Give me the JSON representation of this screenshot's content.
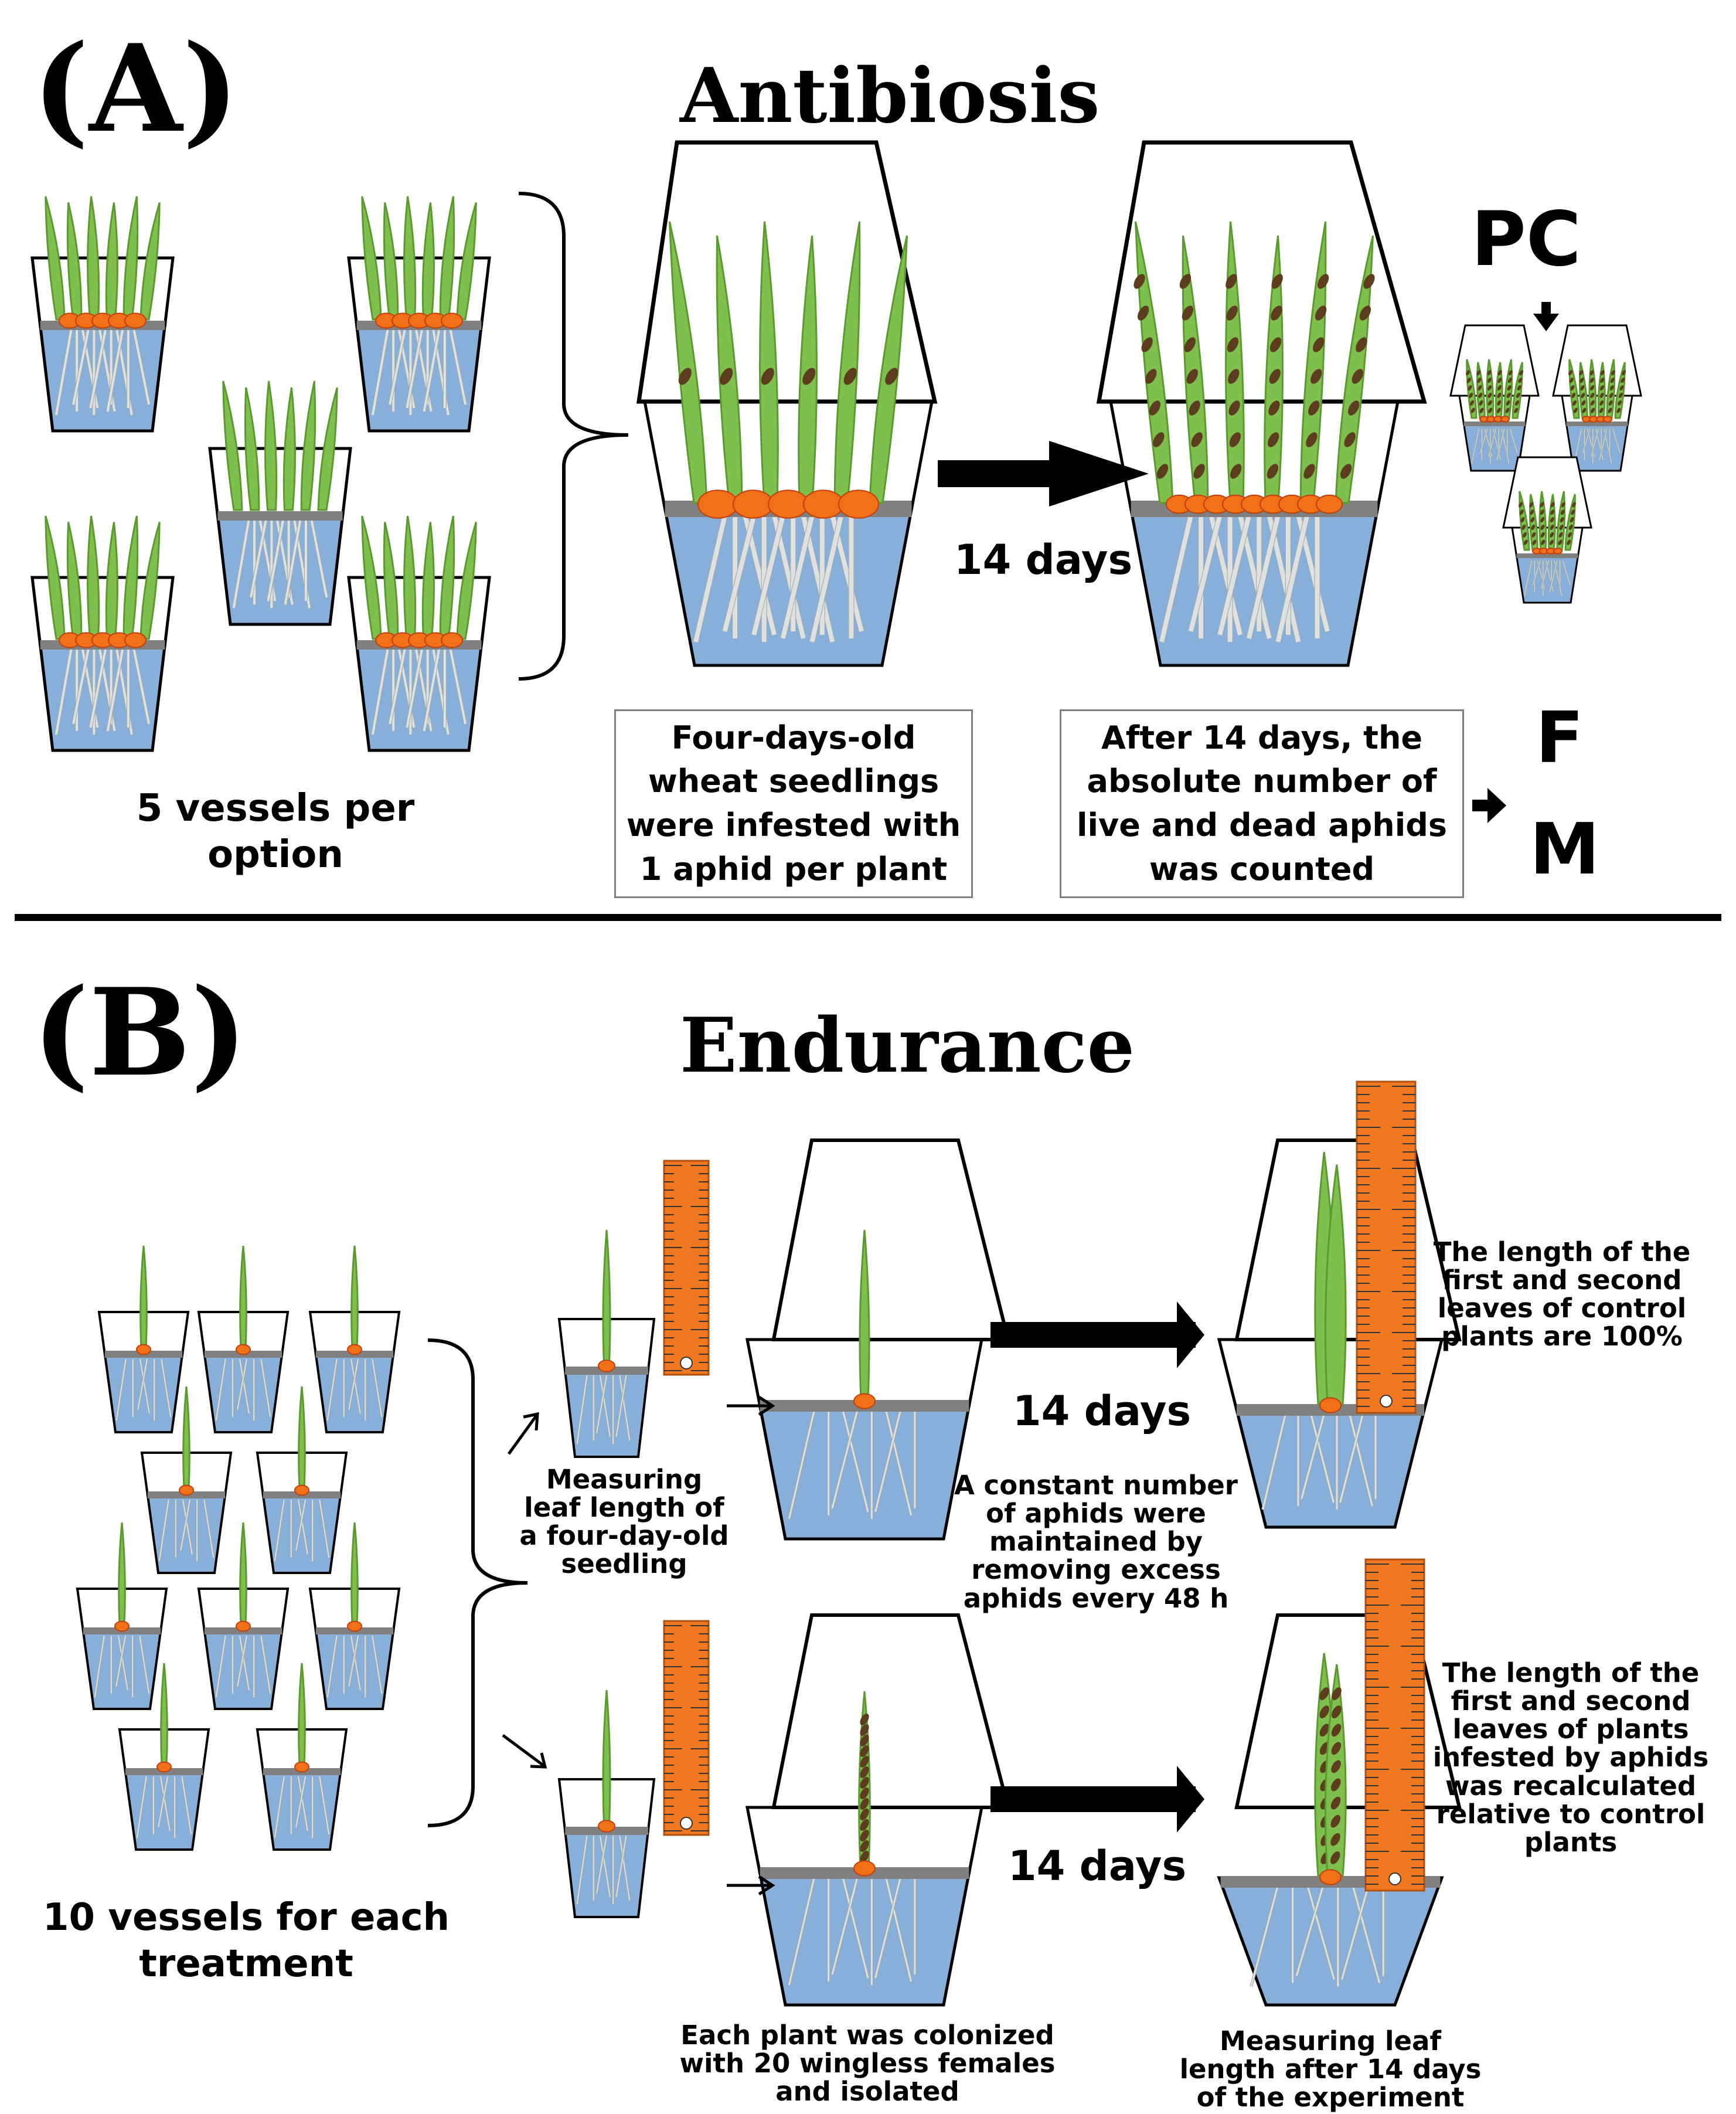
{
  "panel_a": {
    "letter": "(A)",
    "title": "Antibiosis",
    "vessels_caption_1": "5 vessels per",
    "vessels_caption_2": "option",
    "duration": "14 days",
    "pc_label": "PC",
    "box1": [
      "Four-days-old",
      "wheat seedlings",
      "were infested with",
      "1 aphid per plant"
    ],
    "box2": [
      "After 14 days, the",
      "absolute number of",
      "live and dead aphids",
      "was counted"
    ],
    "f_label": "F",
    "m_label": "M"
  },
  "panel_b": {
    "letter": "(B)",
    "title": "Endurance",
    "vessels_caption_1": "10 vessels for each",
    "vessels_caption_2": "treatment",
    "measuring_caption": [
      "Measuring",
      "leaf length of",
      "a four-day-old",
      "seedling"
    ],
    "duration_top": "14 days",
    "duration_bottom": "14 days",
    "maintenance_note": [
      "A constant number",
      "of aphids were",
      "maintained by",
      "removing excess",
      "aphids every 48 h"
    ],
    "control_note": [
      "The length of the",
      "first and second",
      "leaves of control",
      "plants are 100%"
    ],
    "infested_note": [
      "The length of the",
      "first and second",
      "leaves of plants",
      "infested by aphids",
      "was recalculated",
      "relative to control",
      "plants"
    ],
    "colonized_note": [
      "Each plant was colonized",
      "with 20 wingless females",
      "and isolated"
    ],
    "final_measure_note": [
      "Measuring leaf",
      "length after 14 days",
      "of the experiment"
    ]
  },
  "colors": {
    "leaf": "#7fbf4d",
    "leaf_outline": "#5a9a30",
    "water": "#7aa6d6",
    "mesh": "#808080",
    "seed": "#f07018",
    "aphid": "#5c3d1e",
    "ruler": "#f07820",
    "root": "#e0e0e0"
  }
}
